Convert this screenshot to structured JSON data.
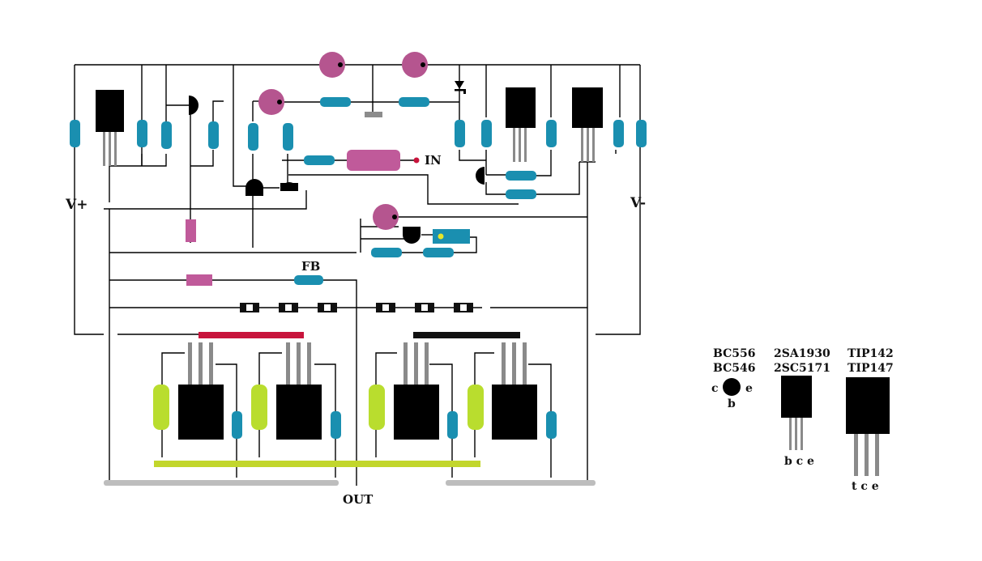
{
  "labels": {
    "vplus": "V+",
    "vminus": "V-",
    "input": "IN",
    "feedback": "FB",
    "output": "OUT"
  },
  "legend": {
    "small_transistor": {
      "types": [
        "BC556",
        "BC546"
      ],
      "pins": [
        "c",
        "b",
        "e"
      ]
    },
    "driver_transistor": {
      "types": [
        "2SA1930",
        "2SC5171"
      ],
      "pins": "b c e"
    },
    "power_transistor": {
      "types": [
        "TIP142",
        "TIP147"
      ],
      "pins": "t c e"
    }
  },
  "colors": {
    "wire": "#000000",
    "resistor": "#1a8fb0",
    "trimmer": "#b5558f",
    "power_resistor": "#c05a9a",
    "capacitor": "#b9dd2e",
    "transistor": "#000000",
    "positive_rail": "#c8143c",
    "negative_rail": "#111111",
    "bus_bar": "#c2d62c",
    "ground_bar": "#bdbdbd"
  }
}
